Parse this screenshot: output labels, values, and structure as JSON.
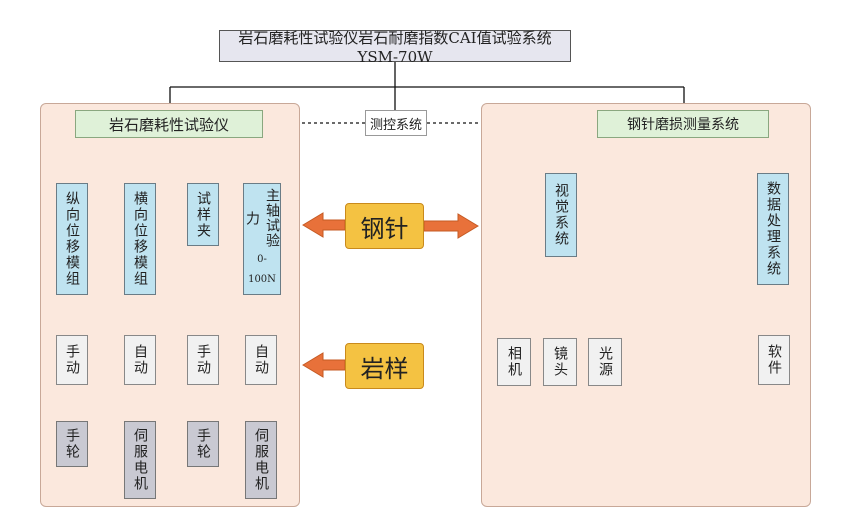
{
  "title": "岩石磨耗性试验仪岩石耐磨指数CAI值试验系统YSM-70W",
  "left_system": "岩石磨耗性试验仪",
  "middle_link": "测控系统",
  "right_system": "钢针磨损测量系统",
  "steel_needle": "钢针",
  "rock_sample": "岩样",
  "left_modules": [
    {
      "name": "纵向位移模组",
      "mode": "手动",
      "drive": "手轮"
    },
    {
      "name": "横向位移模组",
      "mode": "自动",
      "drive": "伺服电机"
    },
    {
      "name": "试样夹",
      "mode": "手动",
      "drive": "手轮"
    },
    {
      "name": "主轴试验力",
      "range": "0-100N",
      "mode": "自动",
      "drive": "伺服电机"
    }
  ],
  "vision": {
    "name": "视觉系统",
    "parts": [
      "相机",
      "镜头",
      "光源"
    ]
  },
  "data_proc": {
    "name": "数据处理系统",
    "part": "软件"
  },
  "colors": {
    "panel": "#fbe8dd",
    "green": "#dff1d8",
    "cyan": "#bfe3f0",
    "orange": "#f4c242",
    "arrow": "#e8713a"
  }
}
